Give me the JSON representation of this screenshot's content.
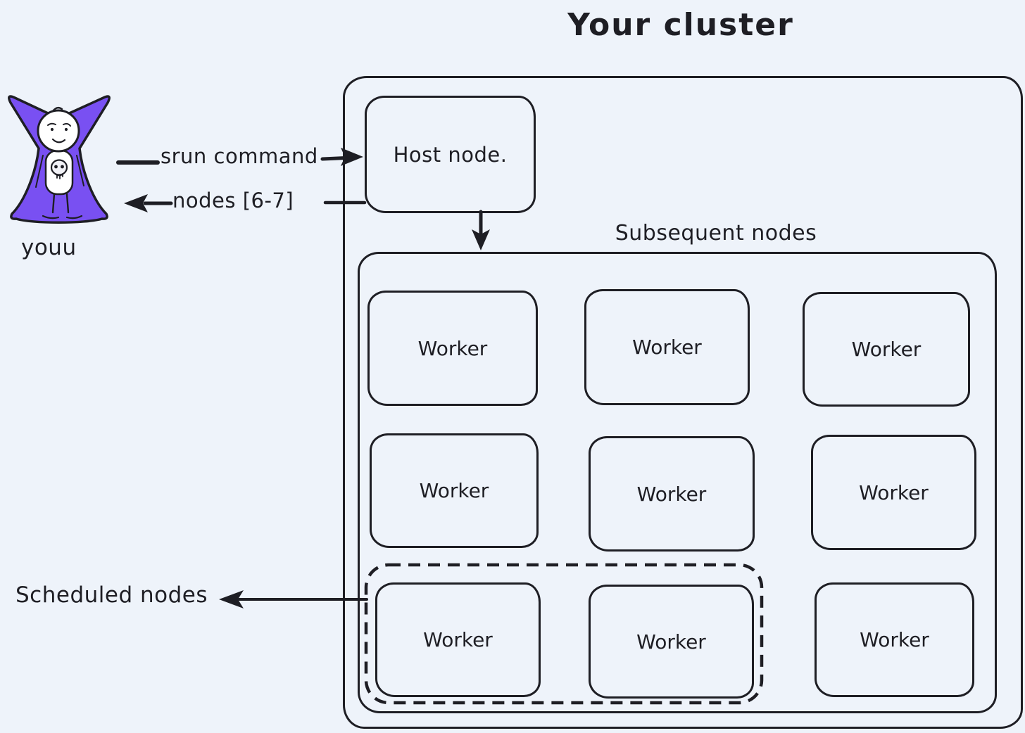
{
  "canvas": {
    "background_color": "#eef3fa",
    "stroke_color": "#1e1e24",
    "accent_purple": "#7950f2"
  },
  "cluster": {
    "title": "Your cluster",
    "host_node_label": "Host node.",
    "subsequent_nodes_label": "Subsequent nodes",
    "workers": [
      {
        "label": "Worker",
        "scheduled": false
      },
      {
        "label": "Worker",
        "scheduled": false
      },
      {
        "label": "Worker",
        "scheduled": false
      },
      {
        "label": "Worker",
        "scheduled": false
      },
      {
        "label": "Worker",
        "scheduled": false
      },
      {
        "label": "Worker",
        "scheduled": false
      },
      {
        "label": "Worker",
        "scheduled": true
      },
      {
        "label": "Worker",
        "scheduled": true
      },
      {
        "label": "Worker",
        "scheduled": false
      }
    ],
    "scheduled_group_label": "Scheduled nodes"
  },
  "actor": {
    "label": "youu",
    "icon": "caped-person-with-skull-shirt-icon"
  },
  "edges": {
    "srun_command_label": "srun command",
    "nodes_return_label": "nodes [6-7]"
  }
}
